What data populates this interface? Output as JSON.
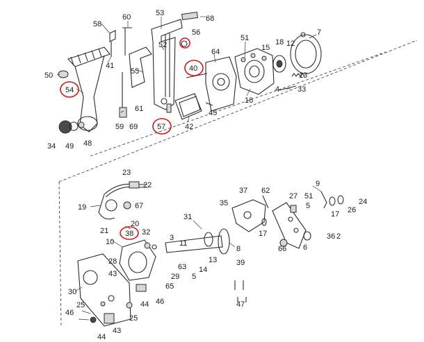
{
  "diagram": {
    "highlight_color": "#d01818",
    "upper_assembly_labels": [
      "58",
      "60",
      "53",
      "68",
      "56",
      "7",
      "51",
      "18",
      "12",
      "15",
      "50",
      "41",
      "52",
      "64",
      "40",
      "55",
      "13",
      "33",
      "54",
      "4",
      "16",
      "45",
      "61",
      "57",
      "42",
      "34",
      "49",
      "48",
      "59",
      "69"
    ],
    "lower_assembly_labels": [
      "23",
      "22",
      "9",
      "37",
      "62",
      "27",
      "51",
      "67",
      "19",
      "35",
      "24",
      "5",
      "17",
      "26",
      "31",
      "20",
      "21",
      "38",
      "32",
      "10",
      "3",
      "11",
      "36",
      "2",
      "8",
      "17",
      "66",
      "6",
      "28",
      "63",
      "14",
      "13",
      "43",
      "29",
      "5",
      "65",
      "39",
      "30",
      "46",
      "25",
      "44",
      "47",
      "46",
      "25",
      "43",
      "44"
    ],
    "highlighted_labels": [
      "54",
      "57",
      "40",
      "56",
      "38"
    ]
  }
}
